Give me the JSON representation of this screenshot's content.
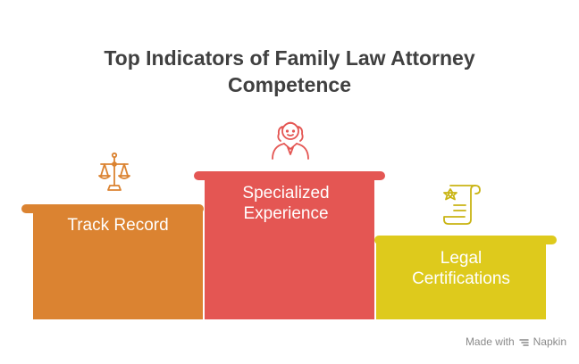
{
  "title": {
    "line1": "Top Indicators of Family Law Attorney",
    "line2": "Competence"
  },
  "podiums": [
    {
      "label_lines": [
        "Track Record"
      ],
      "icon": "scales-of-justice-icon",
      "color": "#DB8331"
    },
    {
      "label_lines": [
        "Specialized",
        "Experience"
      ],
      "icon": "judge-icon",
      "color": "#E45653"
    },
    {
      "label_lines": [
        "Legal",
        "Certifications"
      ],
      "icon": "certificate-scroll-icon",
      "color": "#DECA1C"
    }
  ],
  "credit": {
    "made_with": "Made with",
    "brand": "Napkin"
  }
}
